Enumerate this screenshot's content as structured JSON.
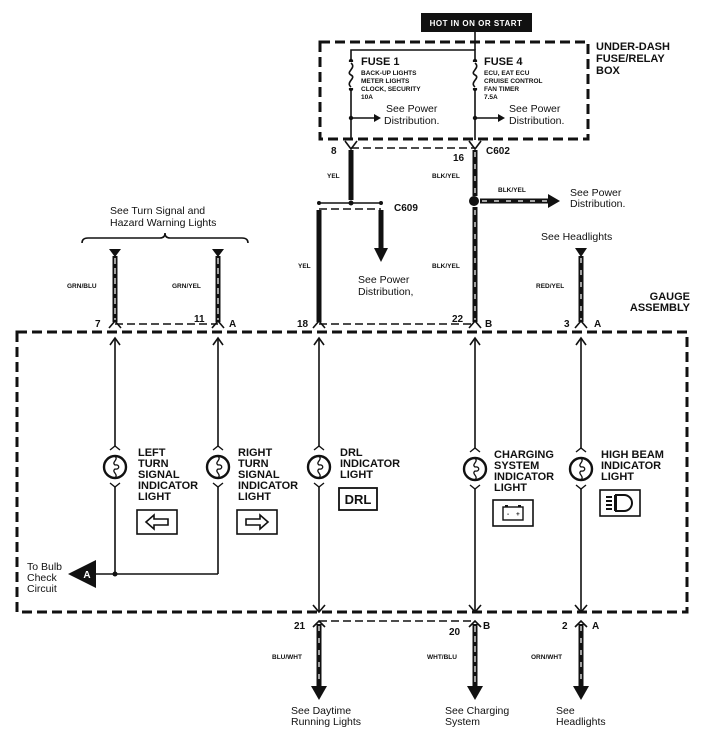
{
  "header": {
    "hot_label": "HOT IN ON OR START"
  },
  "fuse_box": {
    "title_lines": [
      "UNDER-DASH",
      "FUSE/RELAY",
      "BOX"
    ],
    "fuses": [
      {
        "name": "FUSE 1",
        "circuits": [
          "BACK-UP LIGHTS",
          "METER LIGHTS",
          "CLOCK, SECURITY"
        ],
        "rating": "10A",
        "ref_lines": [
          "See Power",
          "Distribution."
        ]
      },
      {
        "name": "FUSE 4",
        "circuits": [
          "ECU, EAT ECU",
          "CRUISE CONTROL",
          "FAN TIMER"
        ],
        "rating": "7.5A",
        "ref_lines": [
          "See Power",
          "Distribution."
        ]
      }
    ]
  },
  "connectors": {
    "c602": "C602",
    "c609": "C609",
    "c602_pin_left": "8",
    "c602_pin_right": "16"
  },
  "references": {
    "turn_signal": [
      "See Turn Signal and",
      "Hazard Warning Lights"
    ],
    "c609_power": [
      "See Power",
      "Distribution,"
    ],
    "splice_power": [
      "See Power",
      "Distribution."
    ],
    "headlights_top": "See Headlights",
    "bulb_check": [
      "To Bulb",
      "Check",
      "Circuit"
    ],
    "bulb_check_connector": "A",
    "bottom": [
      [
        "See Daytime",
        "Running Lights"
      ],
      [
        "See Charging",
        "System"
      ],
      [
        "See",
        "Headlights"
      ]
    ]
  },
  "gauge_assembly": {
    "title_lines": [
      "GAUGE",
      "ASSEMBLY"
    ],
    "top_pins": [
      {
        "pin": "7",
        "conn": ""
      },
      {
        "pin": "11",
        "conn": "A"
      },
      {
        "pin": "18",
        "conn": ""
      },
      {
        "pin": "22",
        "conn": "B"
      },
      {
        "pin": "3",
        "conn": "A"
      }
    ],
    "bottom_pins": [
      {
        "pin": "21",
        "conn": ""
      },
      {
        "pin": "20",
        "conn": "B"
      },
      {
        "pin": "2",
        "conn": "A"
      }
    ],
    "indicators": [
      {
        "lines": [
          "LEFT",
          "TURN",
          "SIGNAL",
          "INDICATOR",
          "LIGHT"
        ],
        "symbol": "left-arrow"
      },
      {
        "lines": [
          "RIGHT",
          "TURN",
          "SIGNAL",
          "INDICATOR",
          "LIGHT"
        ],
        "symbol": "right-arrow"
      },
      {
        "lines": [
          "DRL",
          "INDICATOR",
          "LIGHT"
        ],
        "symbol": "DRL"
      },
      {
        "lines": [
          "CHARGING",
          "SYSTEM",
          "INDICATOR",
          "LIGHT"
        ],
        "symbol": "battery"
      },
      {
        "lines": [
          "HIGH BEAM",
          "INDICATOR",
          "LIGHT"
        ],
        "symbol": "high-beam"
      }
    ],
    "battery_signs": [
      "-",
      "+"
    ]
  },
  "wires": {
    "yel_upper": "YEL",
    "yel_lower": "YEL",
    "blk_yel_upper": "BLK/YEL",
    "blk_yel_branch": "BLK/YEL",
    "blk_yel_lower": "BLK/YEL",
    "grn_blu": "GRN/BLU",
    "grn_yel": "GRN/YEL",
    "red_yel": "RED/YEL",
    "blu_wht": "BLU/WHT",
    "wht_blu": "WHT/BLU",
    "orn_wht": "ORN/WHT"
  }
}
